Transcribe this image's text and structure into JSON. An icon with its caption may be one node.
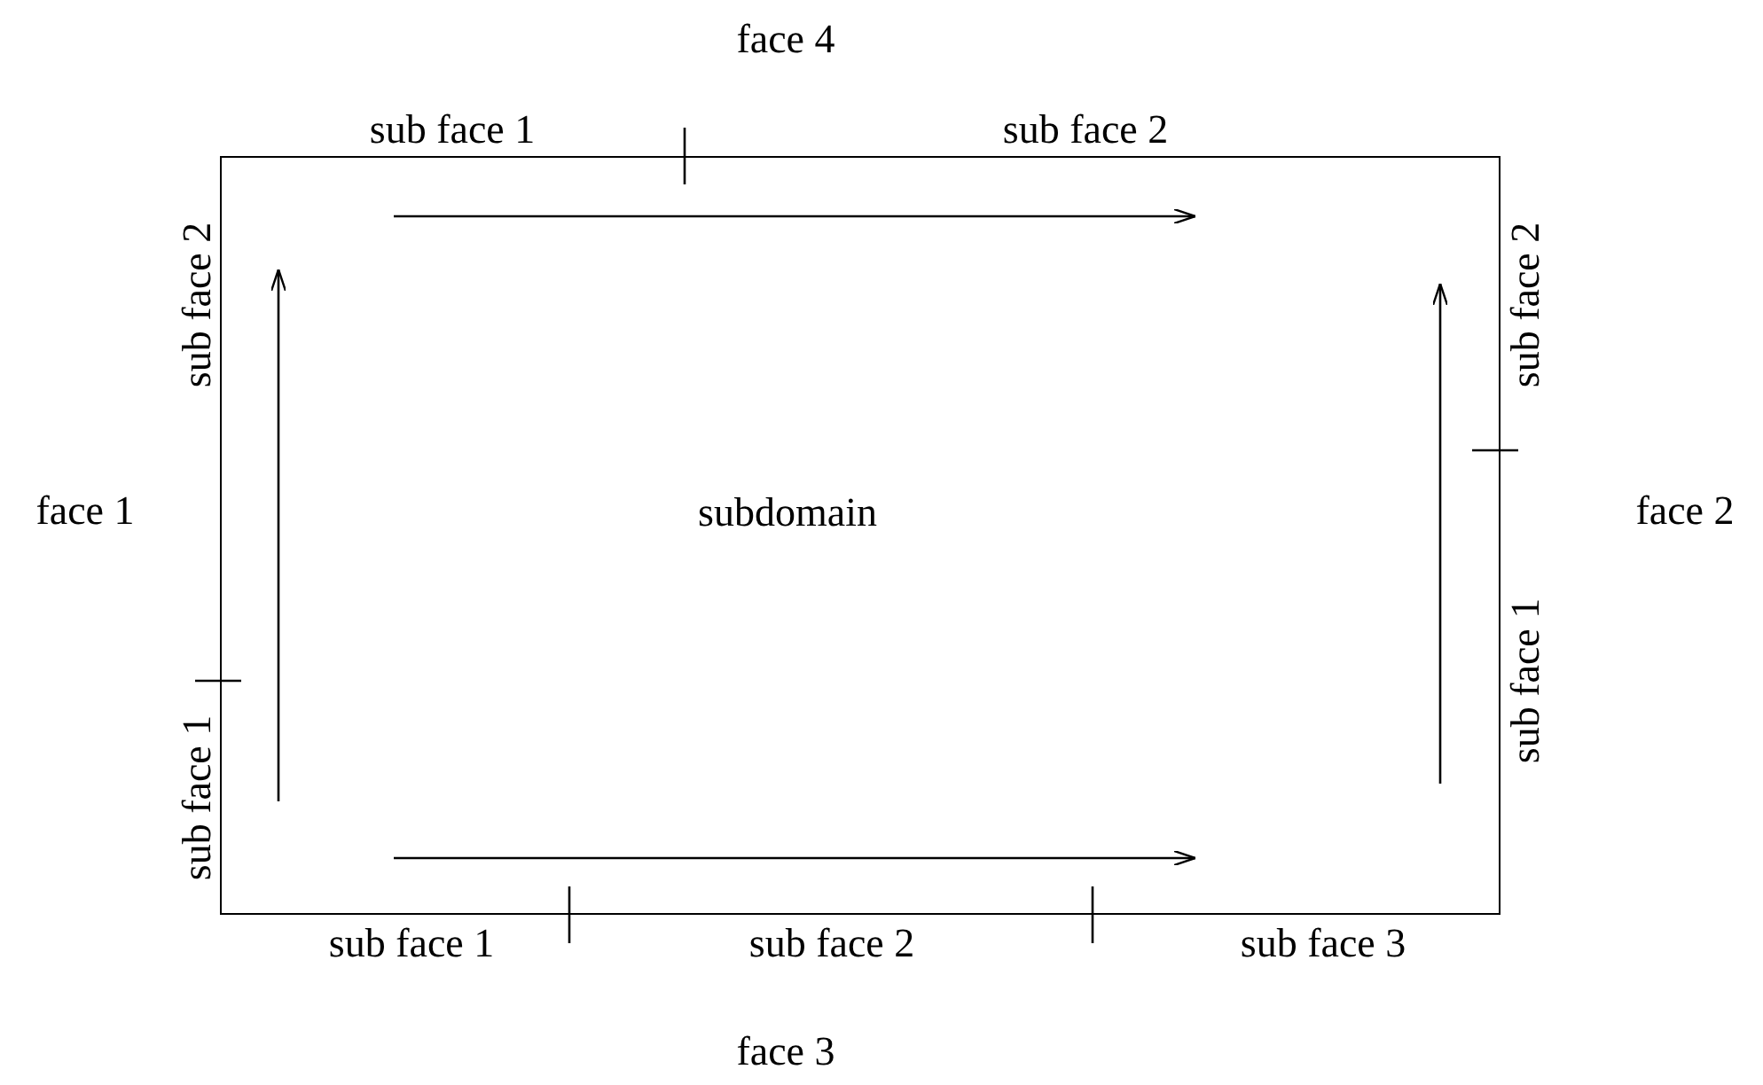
{
  "diagram": {
    "nodes": [
      {
        "text": [
          "subdomain"
        ]
      }
    ],
    "edges": [],
    "labels": [
      "face 4",
      "sub face 1",
      "sub face 2",
      "sub face 2",
      "sub face 2",
      "face 1",
      "face 2",
      "sub face 1",
      "sub face 1",
      "sub face 1",
      "sub face 2",
      "sub face 3",
      "face 3"
    ]
  }
}
